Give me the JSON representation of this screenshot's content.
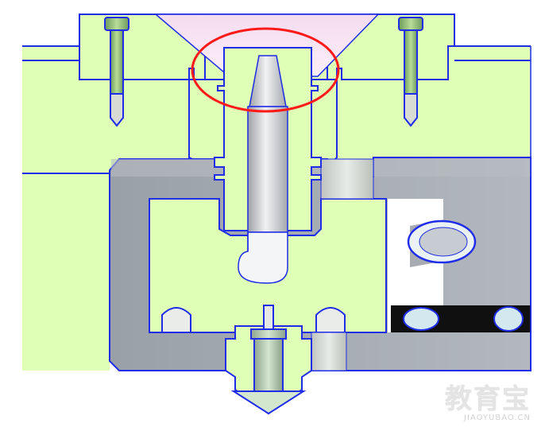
{
  "figure": {
    "colors": {
      "plate": "#deffb5",
      "outline": "#1f2ce8",
      "steel": "#a9aeb6",
      "steel_dark": "#7d838c",
      "highlight": "#ff1a1a",
      "cone": "#f6dcf0"
    },
    "parts": [
      "sprue-bushing",
      "nozzle-cone",
      "locating-ring-screws",
      "runner-plate",
      "ejector-pin",
      "cooling-channels"
    ]
  },
  "watermark": {
    "cn": "教育宝",
    "en": "JIAOYUBAO.CN"
  }
}
